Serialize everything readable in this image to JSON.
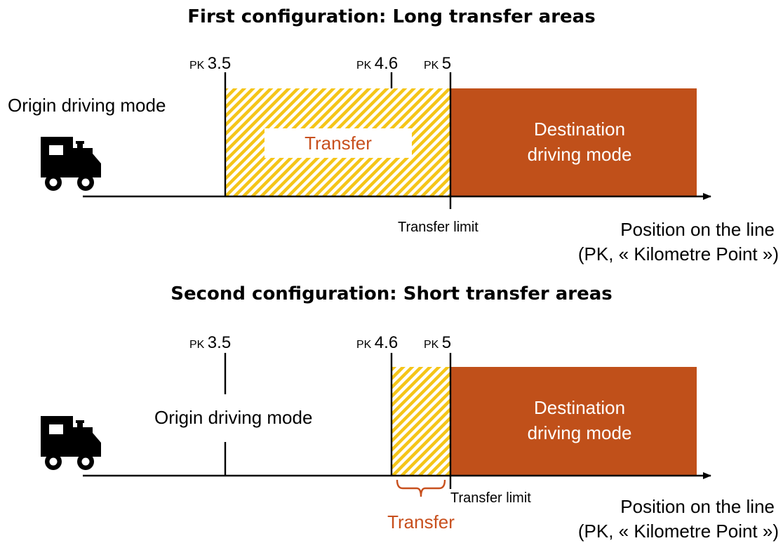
{
  "colors": {
    "destination": "#c0501a",
    "hatch": "#f5c518",
    "transfer_text": "#c8501e",
    "line": "#000000"
  },
  "panels": [
    {
      "title": "First configuration: Long transfer areas",
      "markers": [
        {
          "prefix": "PK",
          "value": "3.5"
        },
        {
          "prefix": "PK",
          "value": "4.6"
        },
        {
          "prefix": "PK",
          "value": "5"
        }
      ],
      "origin_label": "Origin driving mode",
      "transfer_label": "Transfer",
      "destination_label_line1": "Destination",
      "destination_label_line2": "driving mode",
      "transfer_limit_label": "Transfer limit",
      "axis_label_line1": "Position on the line",
      "axis_label_line2": "(PK, « Kilometre Point »)",
      "icon": "locomotive-icon"
    },
    {
      "title": "Second configuration: Short transfer areas",
      "markers": [
        {
          "prefix": "PK",
          "value": "3.5"
        },
        {
          "prefix": "PK",
          "value": "4.6"
        },
        {
          "prefix": "PK",
          "value": "5"
        }
      ],
      "origin_label": "Origin driving mode",
      "transfer_label": "Transfer",
      "destination_label_line1": "Destination",
      "destination_label_line2": "driving mode",
      "transfer_limit_label": "Transfer limit",
      "axis_label_line1": "Position on the line",
      "axis_label_line2": "(PK, « Kilometre Point »)",
      "icon": "locomotive-icon"
    }
  ]
}
